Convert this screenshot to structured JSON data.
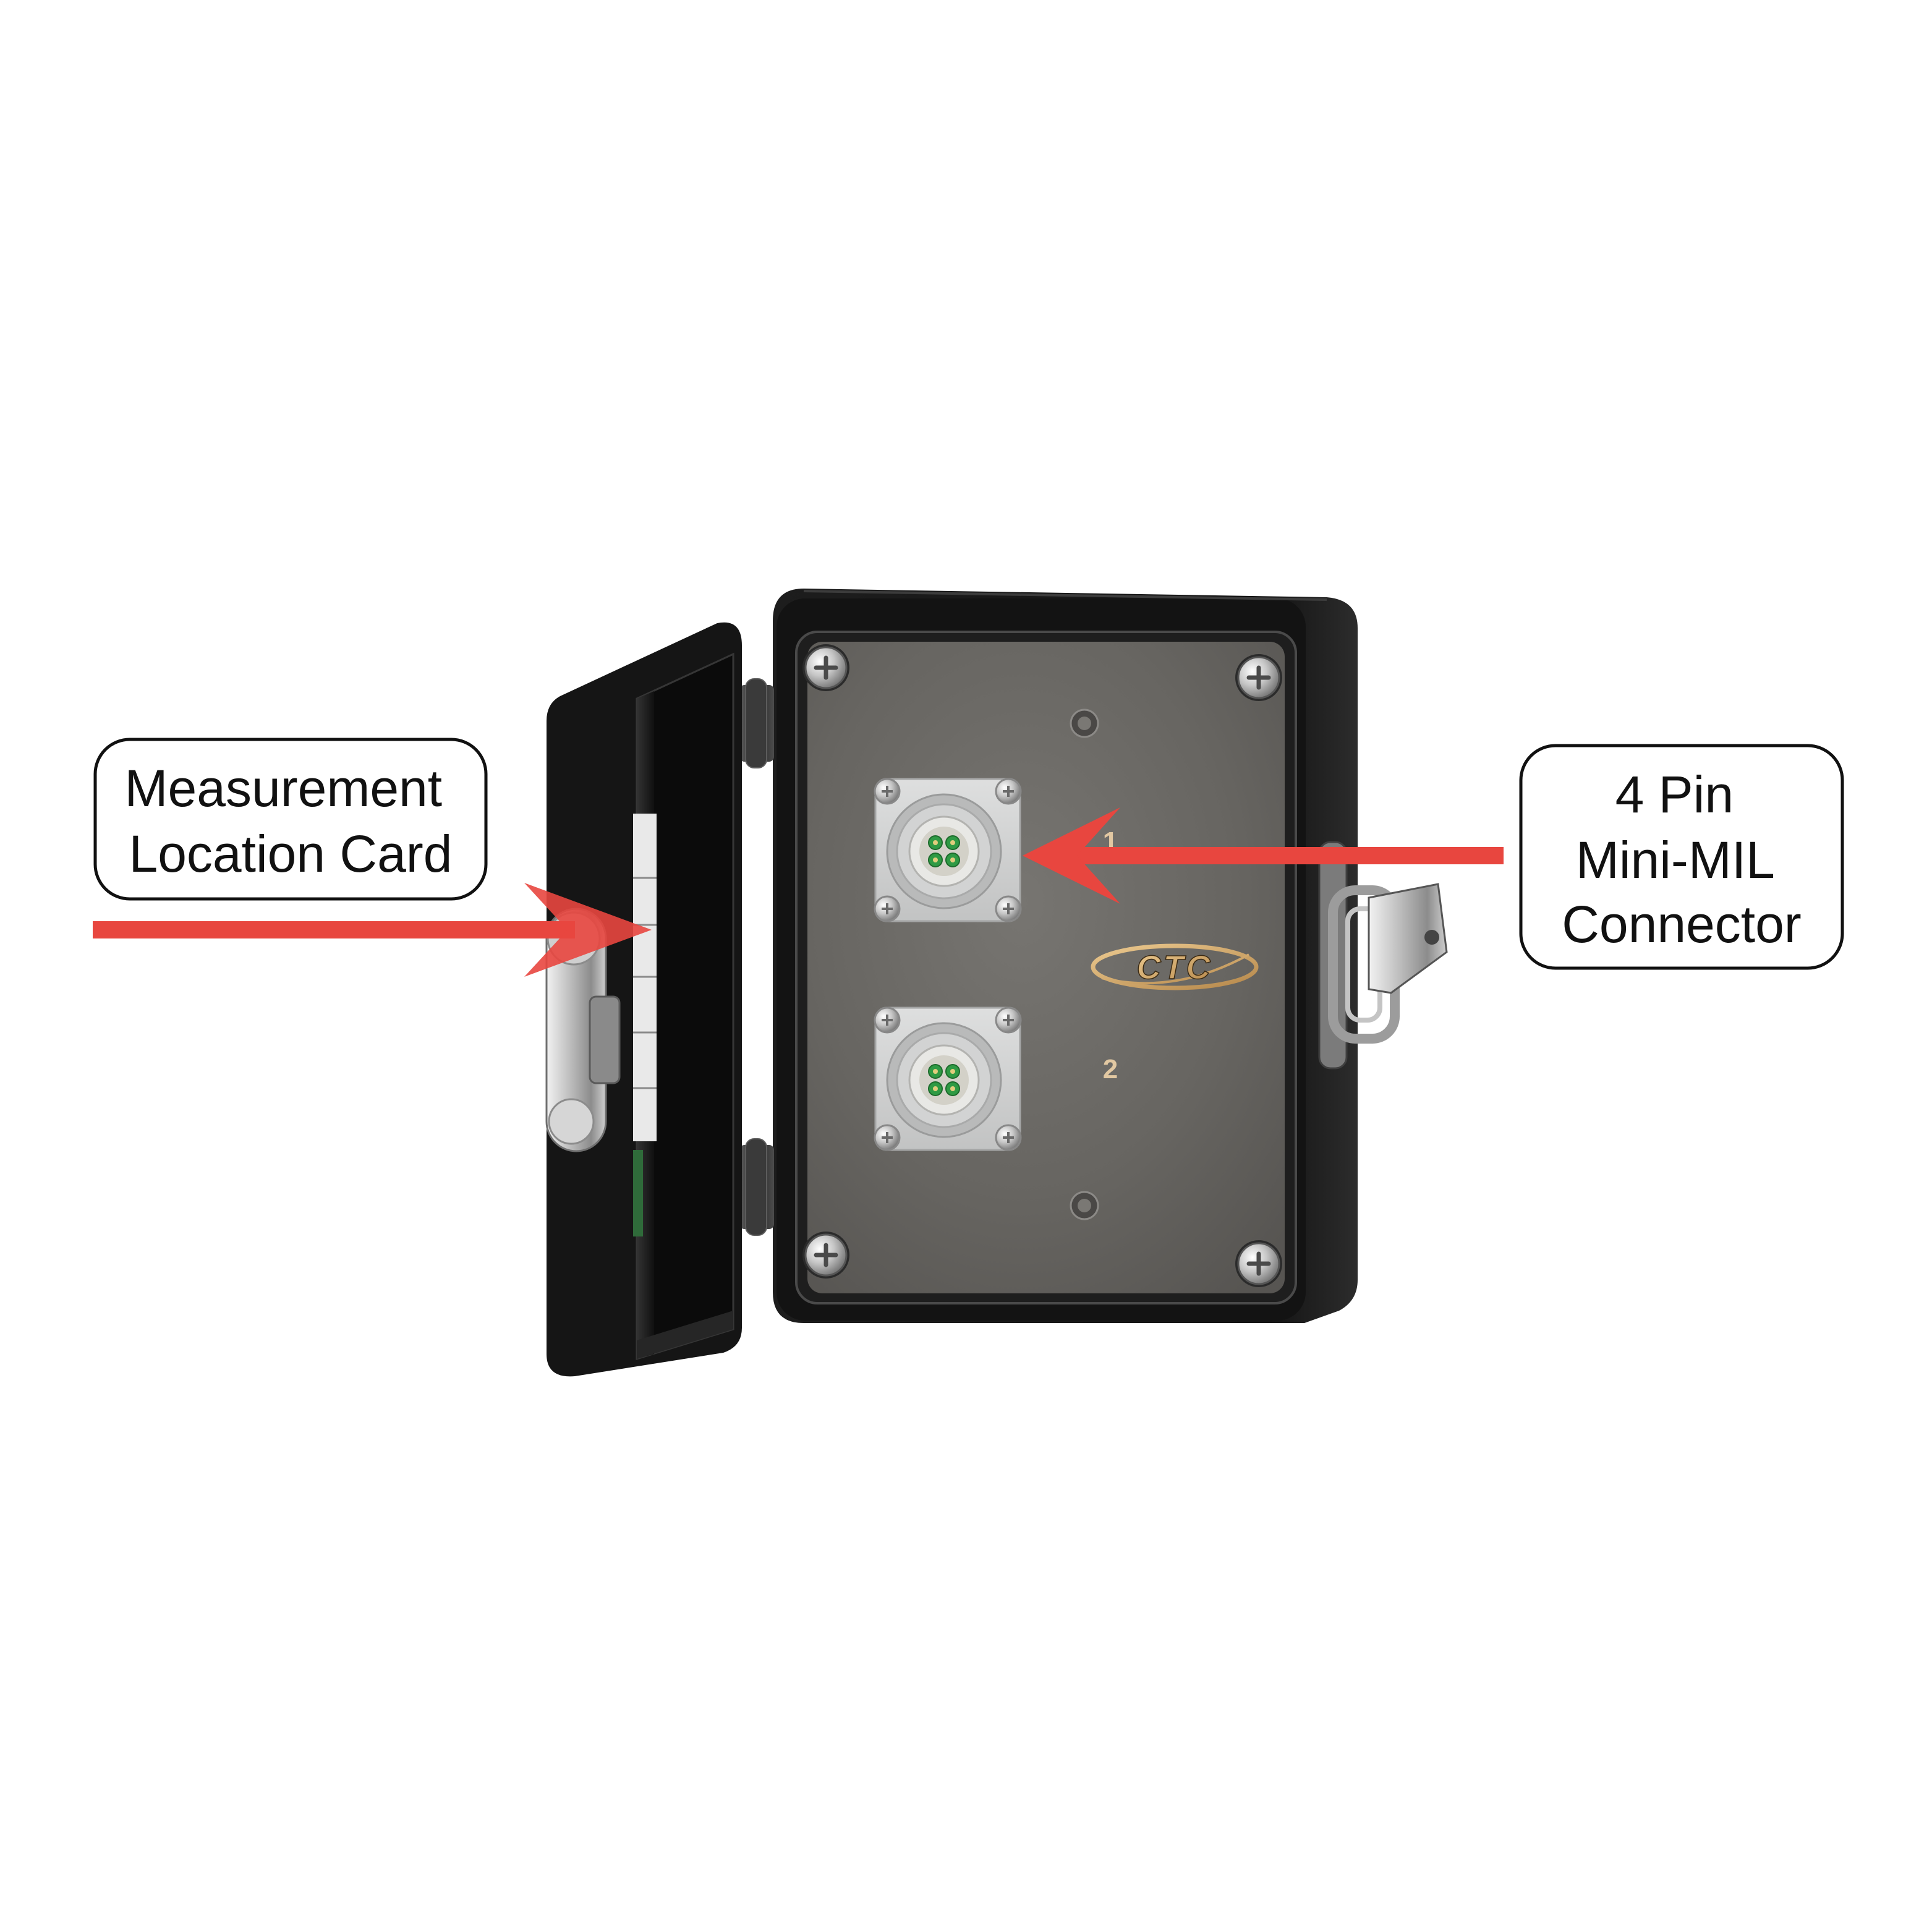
{
  "callouts": {
    "measurement_card": {
      "lines": [
        "Measurement",
        "Location Card"
      ]
    },
    "connector": {
      "lines": [
        "4 Pin",
        "Mini-MIL",
        "Connector"
      ]
    }
  },
  "panel": {
    "port_labels": [
      "1",
      "2"
    ],
    "logo_text": "CTC"
  },
  "colors": {
    "arrow": "#e8463f",
    "port_label": "#e2c8a2",
    "callout_border": "#111111",
    "callout_fill": "#ffffff"
  }
}
